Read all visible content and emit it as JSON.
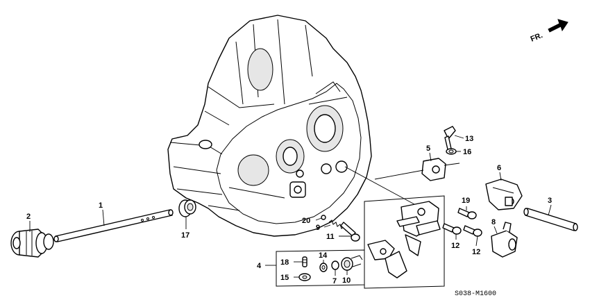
{
  "orientation_label": "FR.",
  "diagram_code": "S038-M1600",
  "callouts": [
    "1",
    "2",
    "3",
    "4",
    "5",
    "6",
    "7",
    "8",
    "9",
    "10",
    "11",
    "12",
    "12",
    "13",
    "14",
    "15",
    "16",
    "17",
    "18",
    "19",
    "20"
  ]
}
